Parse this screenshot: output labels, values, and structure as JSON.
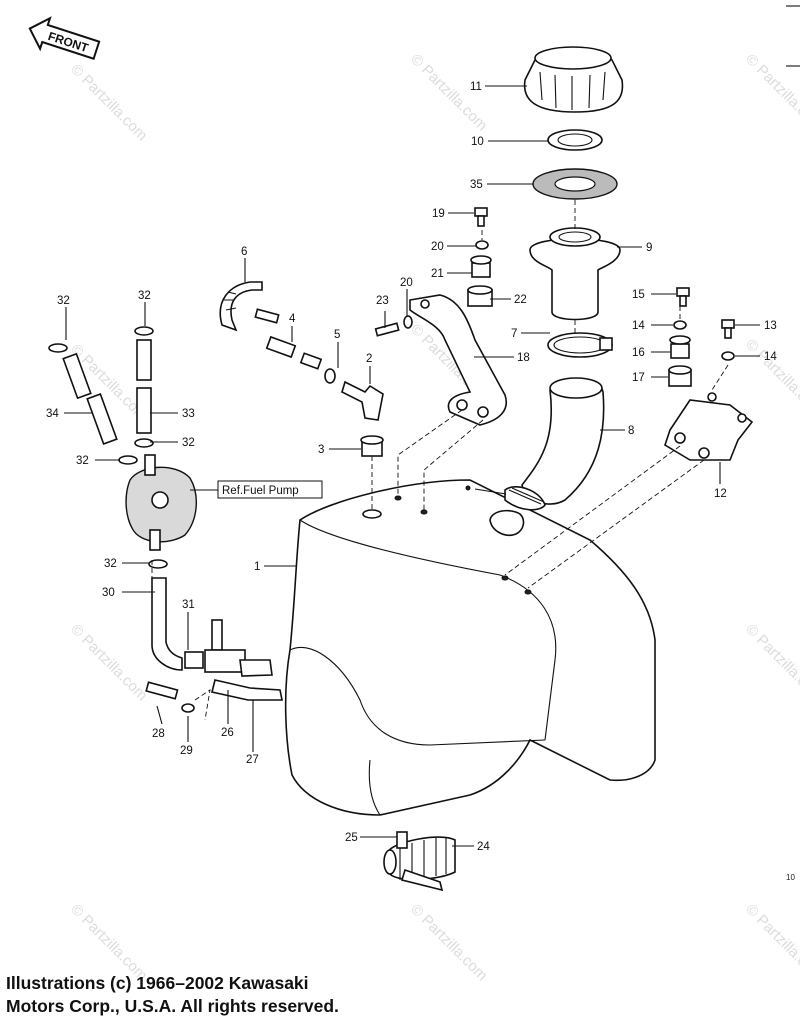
{
  "front_label": "FRONT",
  "reference_box": "Ref.Fuel Pump",
  "part_numbers": {
    "p1": "1",
    "p2": "2",
    "p3": "3",
    "p4": "4",
    "p5": "5",
    "p6": "6",
    "p7": "7",
    "p8": "8",
    "p9": "9",
    "p10": "10",
    "p11": "11",
    "p12": "12",
    "p13": "13",
    "p14": "14",
    "p15": "15",
    "p16": "16",
    "p17": "17",
    "p18": "18",
    "p19": "19",
    "p20": "20",
    "p21": "21",
    "p22": "22",
    "p23": "23",
    "p24": "24",
    "p25": "25",
    "p26": "26",
    "p27": "27",
    "p28": "28",
    "p29": "29",
    "p30": "30",
    "p31": "31",
    "p32": "32",
    "p33": "33",
    "p34": "34",
    "p35": "35"
  },
  "watermark": "© Partzilla.com",
  "page_ref": "10",
  "copyright": {
    "line1": "Illustrations (c) 1966–2002 Kawasaki",
    "line2": "Motors Corp., U.S.A.  All rights reserved."
  }
}
